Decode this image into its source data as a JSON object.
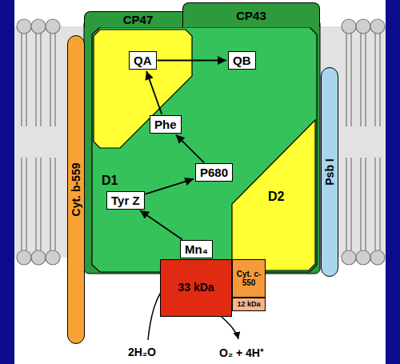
{
  "diagram": {
    "nodes": [
      {
        "text": [
          "CP47"
        ]
      },
      {
        "text": [
          "CP43"
        ]
      },
      {
        "text": [
          "Cyt. b-559"
        ]
      },
      {
        "text": [
          "Psb I"
        ]
      },
      {
        "text": [
          "D1"
        ]
      },
      {
        "text": [
          "D2"
        ]
      },
      {
        "text": [
          "QA"
        ]
      },
      {
        "text": [
          "QB"
        ]
      },
      {
        "text": [
          "Phe"
        ]
      },
      {
        "text": [
          "P680"
        ]
      },
      {
        "text": [
          "Tyr Z"
        ]
      },
      {
        "text": [
          "Mn₄"
        ]
      },
      {
        "text": [
          "33 kDa"
        ]
      },
      {
        "text": [
          "Cyt. c-550"
        ]
      },
      {
        "text": [
          "12 kDa"
        ]
      }
    ],
    "edges": [
      {
        "from": 6,
        "to": 7,
        "arrow": "to"
      },
      {
        "from": 8,
        "to": 6,
        "arrow": "to"
      },
      {
        "from": 9,
        "to": 8,
        "arrow": "to"
      },
      {
        "from": 10,
        "to": 9,
        "arrow": "to"
      },
      {
        "from": 11,
        "to": 10,
        "arrow": "to"
      }
    ],
    "labels": [
      "2H₂O",
      "O₂ + 4H⁺"
    ]
  }
}
